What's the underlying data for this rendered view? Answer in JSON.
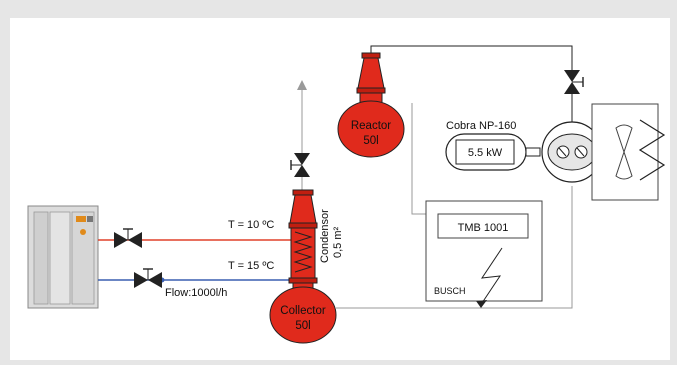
{
  "labels": {
    "reactor_line1": "Reactor",
    "reactor_line2": "50l",
    "collector_line1": "Collector",
    "collector_line2": "50l",
    "condensor_line1": "Condensor",
    "condensor_line2": "0,5 m²",
    "temp_top": "T = 10 ºC",
    "temp_bottom": "T = 15 ºC",
    "flow": "Flow:1000l/h",
    "pump_model": "Cobra NP-160",
    "pump_power": "5.5 kW",
    "controller_model": "TMB 1001",
    "controller_brand": "BUSCH"
  },
  "colors": {
    "vessel_red": "#e02a1c",
    "vessel_dark": "#c01e10",
    "cold_line_blue": "#3a5fb0",
    "hot_line_red": "#e0402a",
    "pipe_gray": "#9a9a9a",
    "outline_black": "#222222",
    "chiller_body": "#d9d9d9",
    "chiller_accent": "#e08a1a"
  }
}
